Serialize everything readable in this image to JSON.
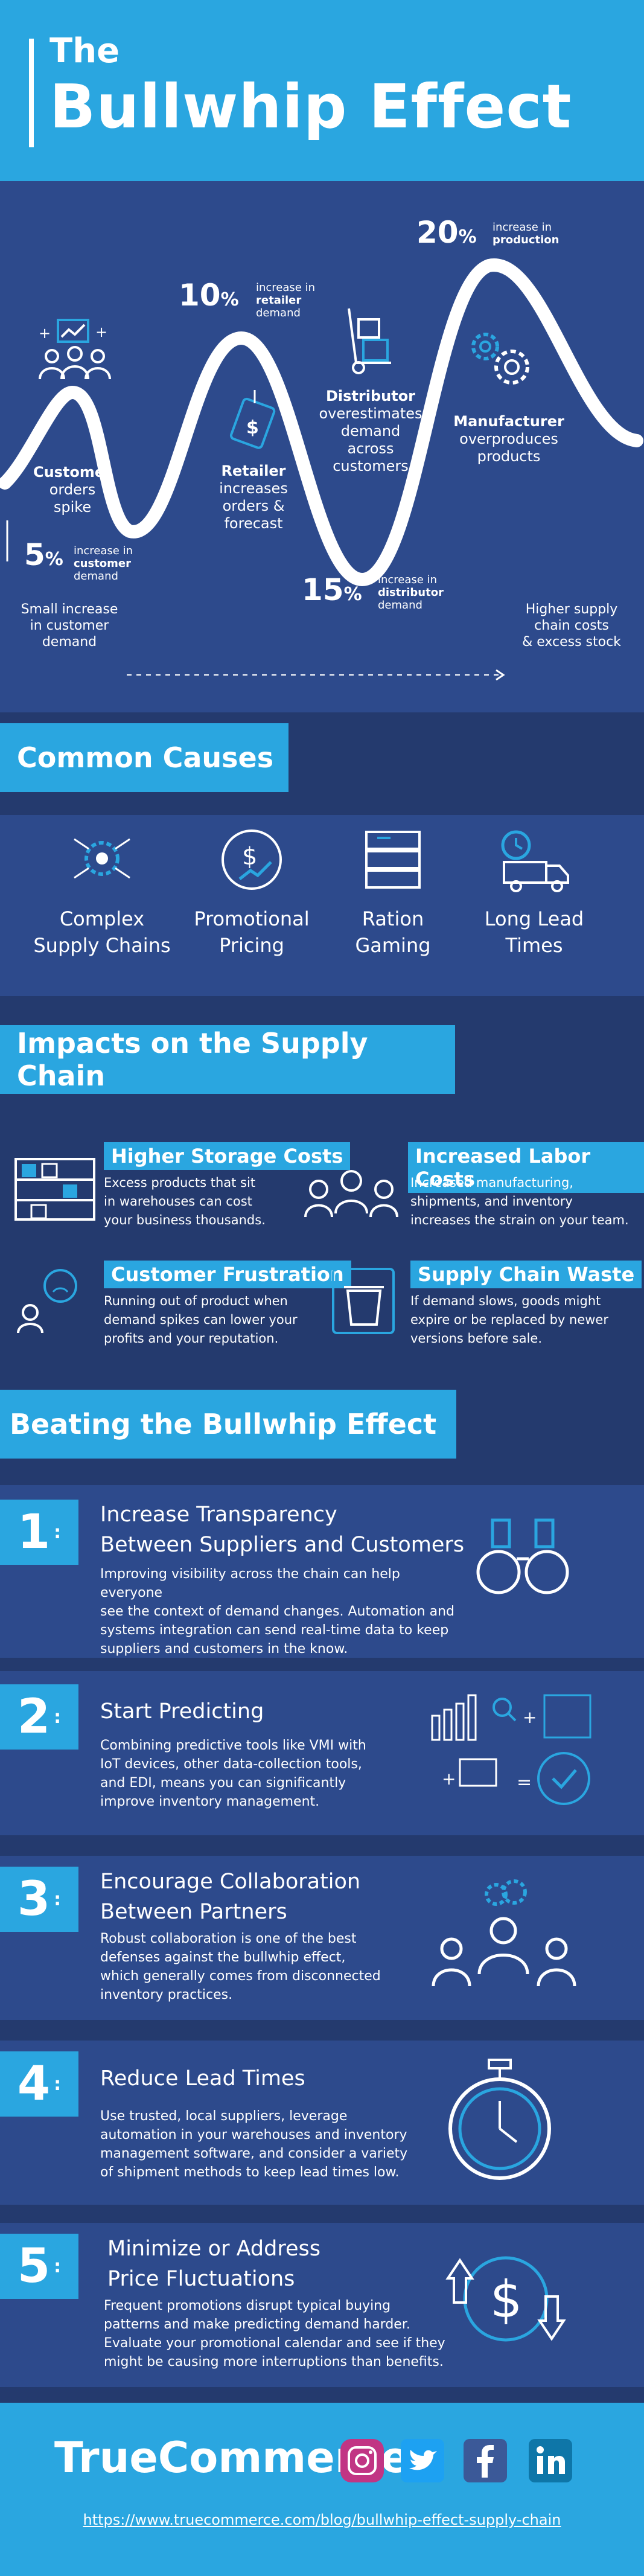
{
  "header": {
    "the": "The",
    "title": "Bullwhip Effect"
  },
  "wave": {
    "p1": {
      "value": "5",
      "sym": "%",
      "note_a": "increase in",
      "note_b": "customer",
      "note_c": "demand"
    },
    "p2": {
      "value": "10",
      "sym": "%",
      "note_a": "increase in",
      "note_b": "retailer",
      "note_c": "demand"
    },
    "p3": {
      "value": "15",
      "sym": "%",
      "note_a": "increase in",
      "note_b": "distributor",
      "note_c": "demand"
    },
    "p4": {
      "value": "20",
      "sym": "%",
      "note_a": "increase in",
      "note_b": "production"
    },
    "customer": {
      "name": "Customer",
      "l1": "orders",
      "l2": "spike"
    },
    "retailer": {
      "name": "Retailer",
      "l1": "increases",
      "l2": "orders &",
      "l3": "forecast"
    },
    "distributor": {
      "name": "Distributor",
      "l1": "overestimates",
      "l2": "demand",
      "l3": "across",
      "l4": "customers"
    },
    "manufacturer": {
      "name": "Manufacturer",
      "l1": "overproduces",
      "l2": "products"
    },
    "left_caption": [
      "Small increase",
      "in customer",
      "demand"
    ],
    "right_caption": [
      "Higher supply",
      "chain costs",
      "& excess stock"
    ]
  },
  "causes": {
    "heading": "Common Causes",
    "items": [
      {
        "l1": "Complex",
        "l2": "Supply Chains"
      },
      {
        "l1": "Promotional",
        "l2": "Pricing"
      },
      {
        "l1": "Ration",
        "l2": "Gaming"
      },
      {
        "l1": "Long Lead",
        "l2": "Times"
      }
    ]
  },
  "impacts": {
    "heading": "Impacts on the Supply Chain",
    "storage": {
      "title": "Higher Storage Costs",
      "lines": [
        "Excess products that sit",
        "in warehouses can cost",
        "your business thousands."
      ]
    },
    "labor": {
      "title": "Increased Labor Costs",
      "lines": [
        "Increased manufacturing,",
        "shipments, and inventory",
        "increases the strain on your team."
      ]
    },
    "frustration": {
      "title": "Customer Frustration",
      "lines": [
        "Running out of product when",
        "demand spikes can lower your",
        "profits and your reputation."
      ]
    },
    "waste": {
      "title": "Supply Chain Waste",
      "lines": [
        "If demand slows, goods might",
        "expire or be replaced by newer",
        "versions before sale."
      ]
    }
  },
  "beating": {
    "heading": "Beating the Bullwhip Effect",
    "steps": [
      {
        "num": "1",
        "t1": "Increase Transparency",
        "t2": "Between Suppliers and Customers",
        "body": [
          "Improving visibility across the chain can help everyone",
          "see the context of demand changes. Automation and",
          "systems integration can send real-time data to keep",
          "suppliers and customers in the know."
        ]
      },
      {
        "num": "2",
        "t1": "Start Predicting",
        "t2": "",
        "body": [
          "Combining predictive tools like VMI with",
          "IoT devices, other data-collection tools,",
          "and EDI, means you can significantly",
          "improve inventory management."
        ]
      },
      {
        "num": "3",
        "t1": "Encourage Collaboration",
        "t2": "Between Partners",
        "body": [
          "Robust collaboration is one of the best",
          "defenses against the bullwhip effect,",
          "which generally comes from disconnected",
          "inventory practices."
        ]
      },
      {
        "num": "4",
        "t1": "Reduce  Lead Times",
        "t2": "",
        "body": [
          "Use trusted, local suppliers, leverage",
          "automation in your warehouses and inventory",
          "management software, and consider a variety",
          "of shipment methods to keep lead times low."
        ]
      },
      {
        "num": "5",
        "t1": "Minimize or Address",
        "t2": "Price Fluctuations",
        "body": [
          "Frequent promotions disrupt typical buying",
          "patterns and make predicting demand harder.",
          "Evaluate your promotional calendar and see if they",
          "might be causing more interruptions than benefits."
        ]
      }
    ]
  },
  "footer": {
    "logo": "TrueCommerce",
    "url": "https://www.truecommerce.com/blog/bullwhip-effect-supply-chain"
  },
  "colors": {
    "accent": "#2aa6e0",
    "navy": "#2d4a8c",
    "dark": "#243a6e"
  }
}
